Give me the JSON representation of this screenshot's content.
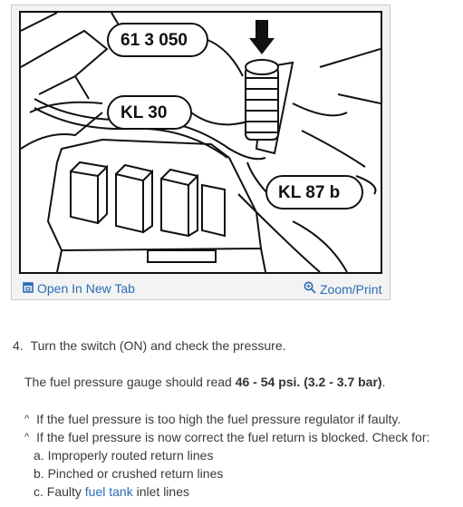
{
  "figure": {
    "callouts": {
      "part_number": "61 3 050",
      "terminal_30": "KL 30",
      "terminal_87b": "KL 87 b"
    },
    "footer": {
      "open_tab_label": "Open In New Tab",
      "zoom_label": "Zoom/Print",
      "link_color": "#2a6db5"
    }
  },
  "instructions": {
    "step_number": "4.",
    "step_text": "Turn the switch (ON) and check the pressure.",
    "gauge_text_prefix": "The fuel pressure gauge should read ",
    "gauge_value": "46 - 54 psi. (3.2 - 3.7 bar)",
    "gauge_text_suffix": ".",
    "notes": [
      "If the fuel pressure is too high the fuel pressure regulator if faulty.",
      "If the fuel pressure is now correct the fuel return is blocked. Check for:"
    ],
    "checks": [
      {
        "marker": "a.",
        "text": "Improperly routed return lines"
      },
      {
        "marker": "b.",
        "text": "Pinched or crushed return lines"
      },
      {
        "marker": "c.",
        "prefix": "Faulty ",
        "link": "fuel tank",
        "suffix": " inlet lines"
      }
    ]
  }
}
